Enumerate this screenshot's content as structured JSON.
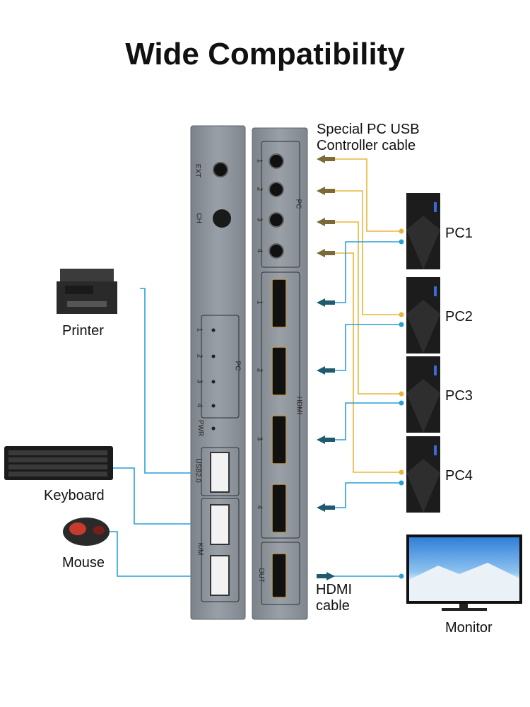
{
  "title": "Wide Compatibility",
  "cables": {
    "usb_control": [
      "Special PC USB",
      "Controller cable"
    ],
    "hdmi": [
      "HDMI",
      "cable"
    ]
  },
  "peripherals": {
    "printer": "Printer",
    "keyboard": "Keyboard",
    "mouse": "Mouse",
    "monitor": "Monitor"
  },
  "pcs": [
    "PC1",
    "PC2",
    "PC3",
    "PC4"
  ],
  "left_panel": {
    "ext": "EXT",
    "ch": "CH",
    "pc": "PC",
    "pwr": "PWR",
    "led_numbers": [
      "1",
      "2",
      "3",
      "4"
    ],
    "usb20": "USB2.0",
    "km": "K/M"
  },
  "right_panel": {
    "pc": "PC",
    "jack_numbers": [
      "1",
      "2",
      "3",
      "4"
    ],
    "hdmi": "HDMI",
    "hdmi_numbers": [
      "1",
      "2",
      "3",
      "4"
    ],
    "out": "OUT"
  },
  "colors": {
    "panel": "#8d939b",
    "usb_cable": "#e8b53a",
    "hdmi_cable": "#2a9fd6",
    "arrow_gold": "#7a6a3a",
    "arrow_teal": "#1f5a6e"
  }
}
